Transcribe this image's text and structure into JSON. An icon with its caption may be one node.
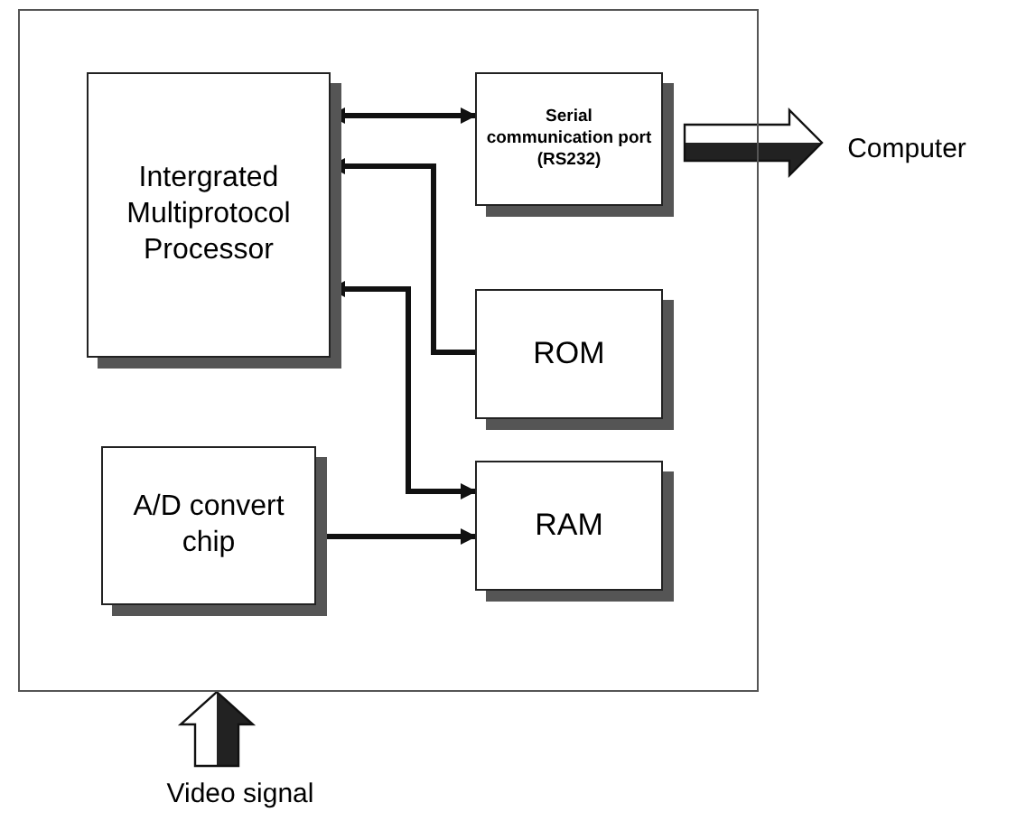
{
  "diagram": {
    "nodes": [
      {
        "text": [],
        "shape": "box"
      },
      {
        "text": [
          "Intergrated Multiprotocol Processor"
        ],
        "in": 0
      },
      {
        "text": [
          "Serial communication port (RS232)"
        ],
        "in": 0
      },
      {
        "text": [
          "ROM"
        ],
        "in": 0
      },
      {
        "text": [
          "A/D convert chip"
        ],
        "in": 0
      },
      {
        "text": [
          "RAM"
        ],
        "in": 0
      },
      {
        "text": [
          "Computer"
        ]
      },
      {
        "text": [
          "Video signal"
        ]
      }
    ],
    "edges": [
      {
        "from": 1,
        "to": 2,
        "arrow": "both"
      },
      {
        "from": 3,
        "to": 1,
        "arrow": "to"
      },
      {
        "from": 1,
        "to": 5,
        "arrow": "both"
      },
      {
        "from": 4,
        "to": 5,
        "arrow": "to"
      },
      {
        "from": 2,
        "to": 6,
        "arrow": "to",
        "style": "thick"
      },
      {
        "from": 7,
        "to": 0,
        "arrow": "to",
        "style": "thick"
      }
    ]
  }
}
